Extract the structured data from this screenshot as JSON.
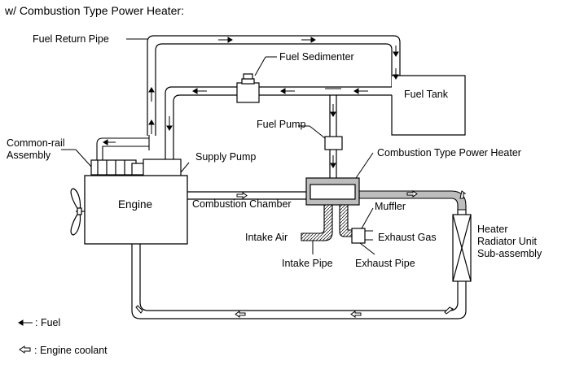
{
  "title": "w/ Combustion Type Power Heater:",
  "labels": {
    "fuel_return_pipe": "Fuel Return Pipe",
    "fuel_sedimenter": "Fuel Sedimenter",
    "fuel_tank": "Fuel Tank",
    "fuel_pump": "Fuel Pump",
    "common_rail_1": "Common-rail",
    "common_rail_2": "Assembly",
    "supply_pump": "Supply Pump",
    "combustion_heater": "Combustion Type Power Heater",
    "engine": "Engine",
    "combustion_chamber": "Combustion Chamber",
    "muffler": "Muffler",
    "intake_air": "Intake Air",
    "exhaust_gas": "Exhaust Gas",
    "intake_pipe": "Intake Pipe",
    "exhaust_pipe": "Exhaust Pipe",
    "heater_1": "Heater",
    "heater_2": "Radiator Unit",
    "heater_3": "Sub-assembly"
  },
  "legend": {
    "fuel": ": Fuel",
    "coolant": ": Engine coolant"
  },
  "colors": {
    "line": "#000000",
    "heater_fill": "#bdbdbd",
    "coolant_fill": "#ffffff"
  }
}
